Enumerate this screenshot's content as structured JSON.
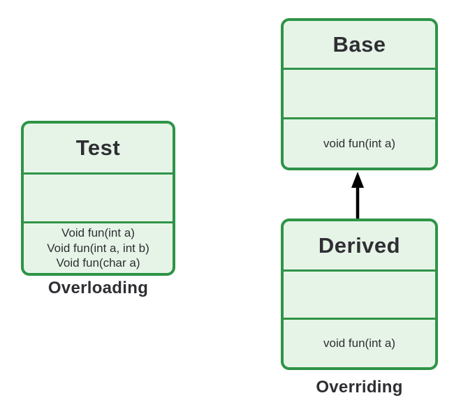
{
  "colors": {
    "box_border": "#2e9447",
    "box_fill": "#e6f4e8",
    "text_dark": "#2e2e33",
    "arrow": "#000000"
  },
  "overloading": {
    "class": {
      "name": "Test",
      "methods": [
        "Void fun(int a)",
        "Void fun(int a, int b)",
        "Void fun(char a)"
      ]
    },
    "caption": "Overloading"
  },
  "overriding": {
    "base_class": {
      "name": "Base",
      "methods": [
        "void fun(int a)"
      ]
    },
    "derived_class": {
      "name": "Derived",
      "methods": [
        "void fun(int a)"
      ]
    },
    "caption": "Overriding"
  }
}
